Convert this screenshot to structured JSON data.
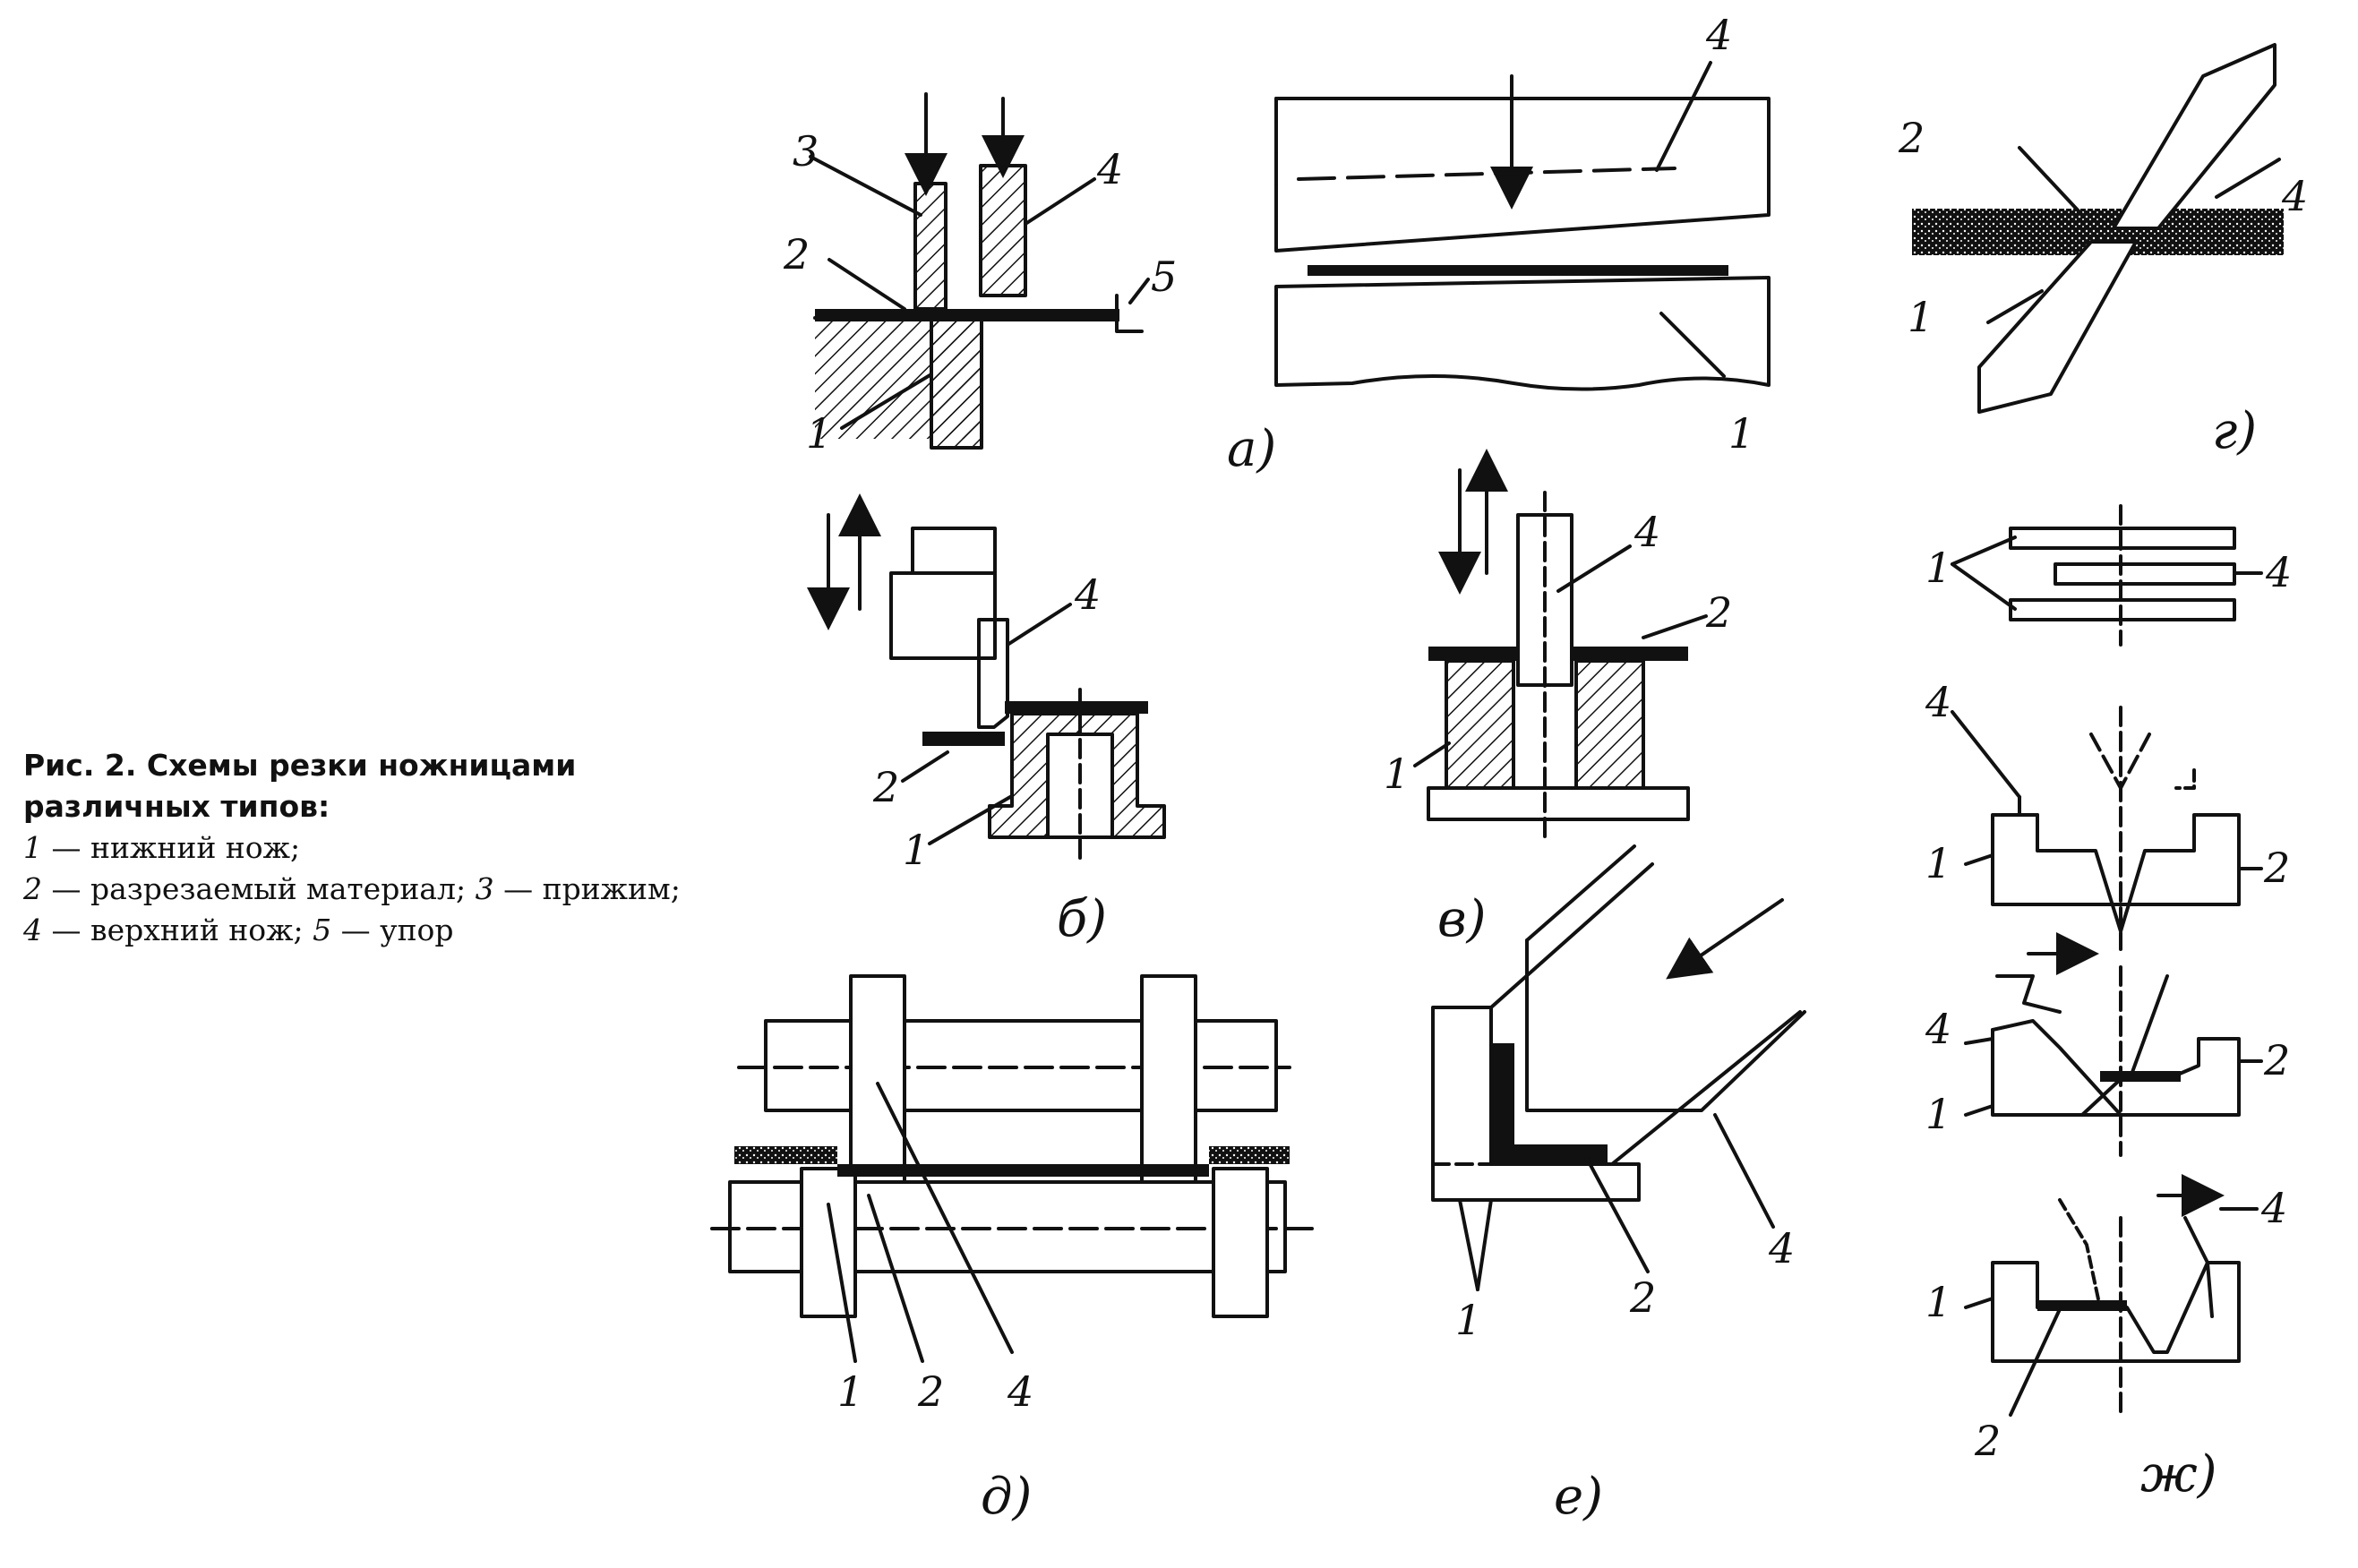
{
  "caption": {
    "title": "Рис. 2. Схемы резки ножницами различных типов:",
    "legend": [
      {
        "num": "1",
        "text": "— нижний нож;"
      },
      {
        "num": "2",
        "text": "— разрезаемый материал;"
      },
      {
        "num": "3",
        "text": "— прижим;"
      },
      {
        "num": "4",
        "text": "— верхний нож;"
      },
      {
        "num": "5",
        "text": "— упор"
      }
    ]
  },
  "panels": {
    "a": {
      "letter": "а)",
      "callouts": [
        "1",
        "2",
        "3",
        "4",
        "5",
        "4",
        "1"
      ]
    },
    "b": {
      "letter": "б)",
      "callouts": [
        "4",
        "2",
        "1"
      ]
    },
    "v": {
      "letter": "в)",
      "callouts": [
        "4",
        "2",
        "1"
      ]
    },
    "g": {
      "letter": "г)",
      "callouts": [
        "2",
        "4",
        "1"
      ]
    },
    "d": {
      "letter": "д)",
      "callouts": [
        "1",
        "2",
        "4"
      ]
    },
    "e": {
      "letter": "е)",
      "callouts": [
        "1",
        "2",
        "4"
      ]
    },
    "zh": {
      "letter": "ж)",
      "callouts": [
        "1",
        "4",
        "4",
        "1",
        "2",
        "4",
        "2",
        "1",
        "1",
        "2",
        "4"
      ]
    }
  }
}
